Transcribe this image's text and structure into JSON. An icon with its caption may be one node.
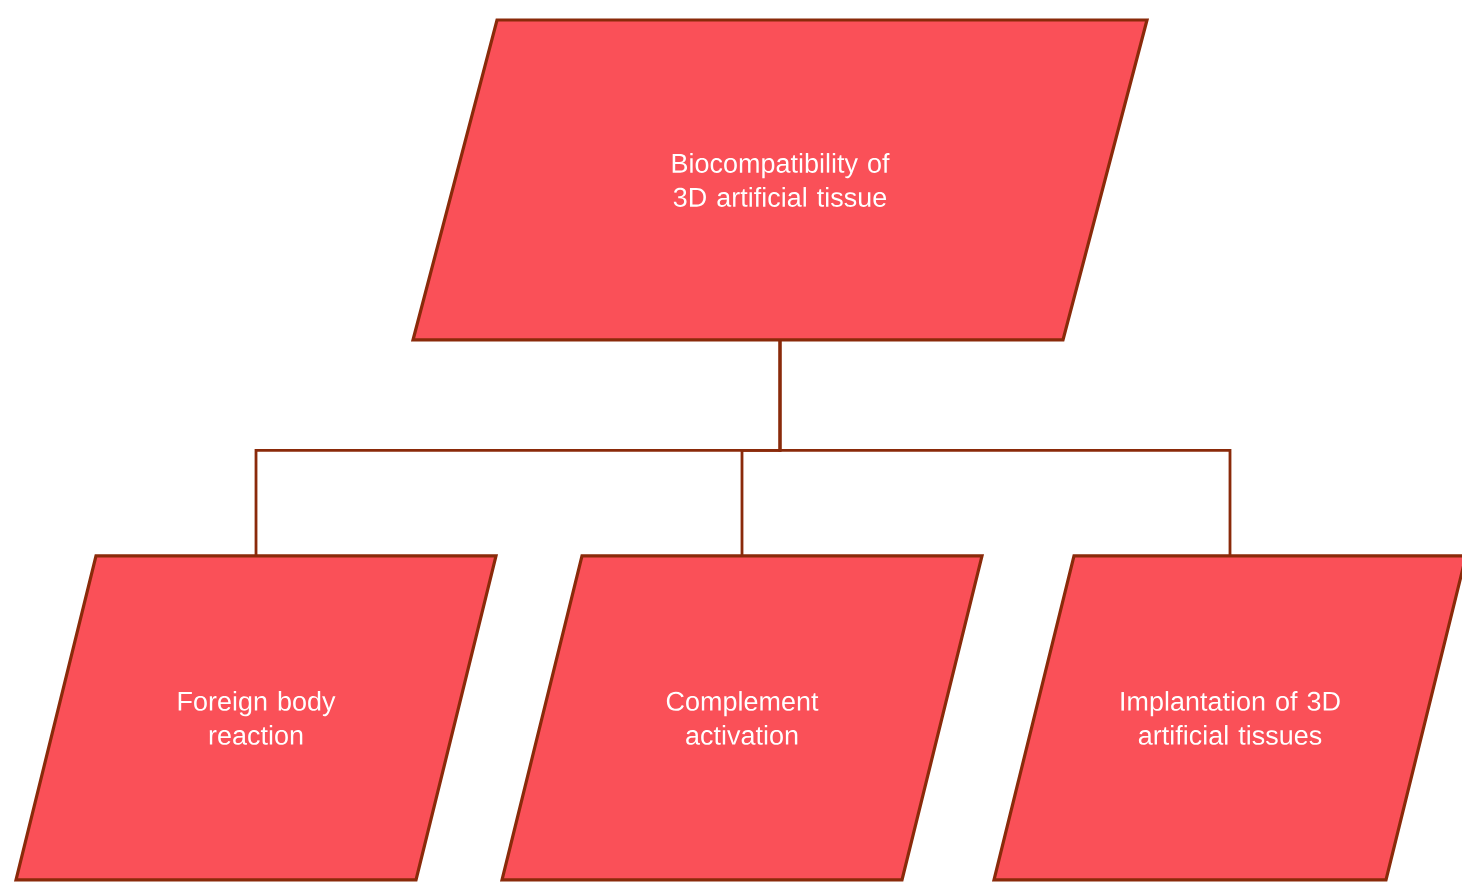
{
  "diagram": {
    "nodes": [
      {
        "text": [
          "Biocompatibility of 3D artificial tissue"
        ]
      },
      {
        "text": [
          "Foreign body reaction"
        ]
      },
      {
        "text": [
          "Complement activation"
        ]
      },
      {
        "text": [
          "Implantation of 3D artificial tissues"
        ]
      }
    ],
    "edges": [
      {
        "from": 0,
        "to": 1,
        "arrow": "none"
      },
      {
        "from": 0,
        "to": 2,
        "arrow": "none"
      },
      {
        "from": 0,
        "to": 3,
        "arrow": "none"
      }
    ]
  }
}
